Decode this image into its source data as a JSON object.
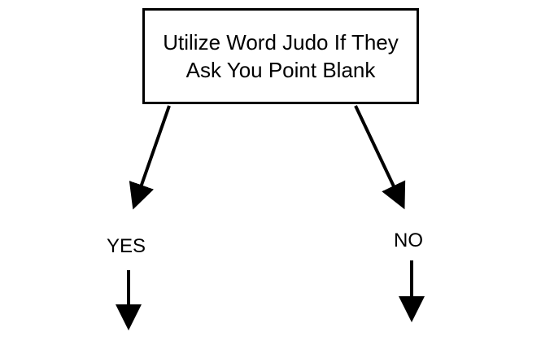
{
  "diagram": {
    "question": {
      "line1": "Utilize Word Judo If They",
      "line2": "Ask You Point Blank"
    },
    "branches": [
      {
        "label": "YES"
      },
      {
        "label": "NO"
      }
    ],
    "colors": {
      "ink": "#000000",
      "background": "#ffffff"
    }
  }
}
